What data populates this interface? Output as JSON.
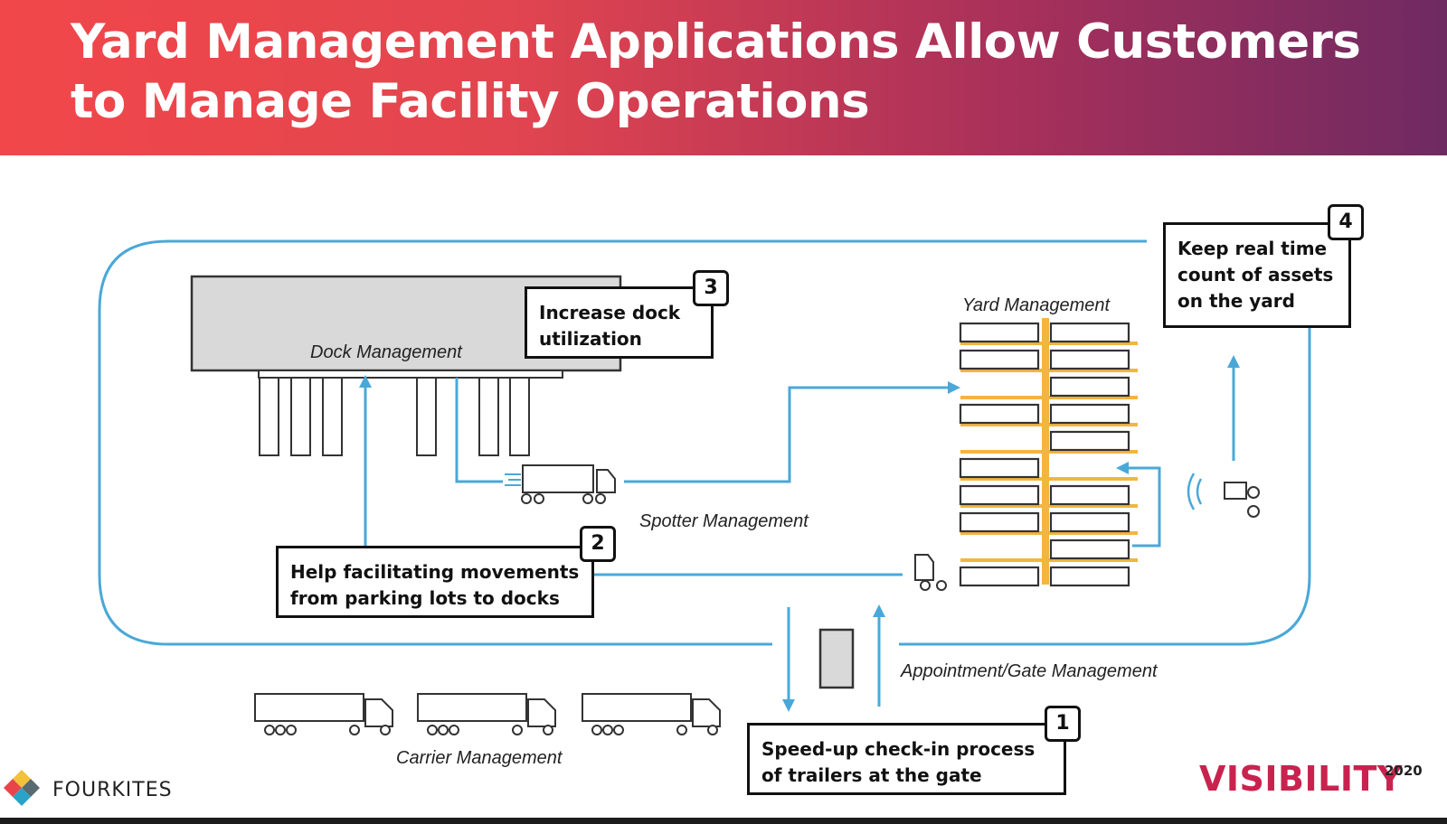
{
  "title": {
    "line1": "Yard Management Applications Allow Customers",
    "line2": "to Manage Facility Operations"
  },
  "labels": {
    "dock": "Dock Management",
    "yard": "Yard Management",
    "spotter": "Spotter Management",
    "gate": "Appointment/Gate Management",
    "carrier": "Carrier Management"
  },
  "callouts": [
    {
      "number": "1",
      "line1": "Speed-up check-in process",
      "line2": "of trailers at the gate"
    },
    {
      "number": "2",
      "line1": "Help facilitating movements",
      "line2": "from parking lots to docks"
    },
    {
      "number": "3",
      "line1": "Increase dock",
      "line2": "utilization"
    },
    {
      "number": "4",
      "line1": "Keep real time",
      "line2": "count of assets",
      "line3": "on the yard"
    }
  ],
  "branding": {
    "company": "FOURKITES",
    "event": "VISIBILITY",
    "year": "2020"
  },
  "colors": {
    "header_start": "#f1474a",
    "header_end": "#6f2a62",
    "flow_line": "#4aa8d8",
    "yard_lane": "#f3b53f",
    "visibility_brand": "#c8234f"
  },
  "icons": [
    "truck-icon",
    "wifi-signal-icon",
    "logo-diamond-icon"
  ]
}
